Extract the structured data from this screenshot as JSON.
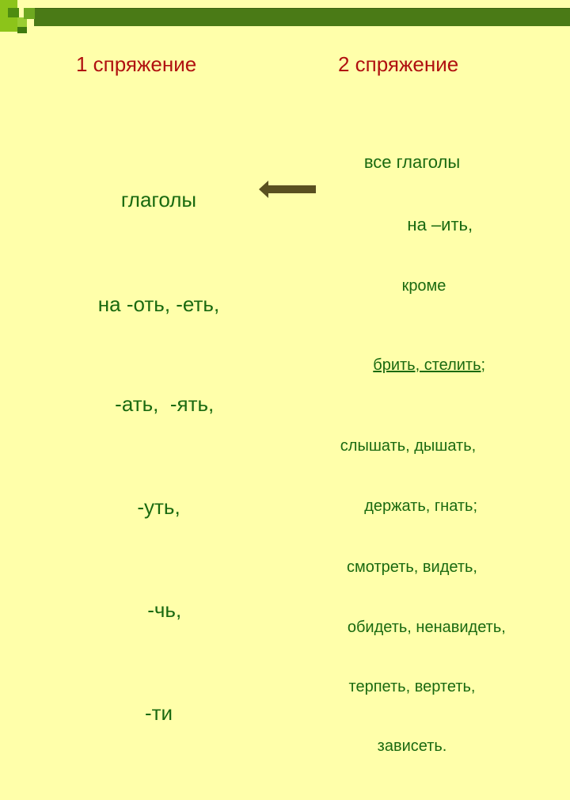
{
  "decoration": {
    "bar_color": "#4A7A16",
    "square_colors": [
      "#8CC41A",
      "#4E8C10",
      "#9ACD32",
      "#3F7A0E",
      "#B8E050"
    ]
  },
  "headers": {
    "first": "1 спряжение",
    "second": "2 спряжение",
    "color": "#B01010"
  },
  "first_conjugation": {
    "lines": [
      "глаголы",
      "на -оть, -еть,",
      "  -ать,  -ять,",
      "-уть,",
      "  -чь,",
      "-ти"
    ]
  },
  "second_conjugation": {
    "lines": {
      "l0": "все глаголы",
      "l1": "     на –ить,",
      "l2": "кроме",
      "l3_underlined": "брить, стелить",
      "l3_tail": ";",
      "l4": "слышать, дышать,",
      "l5": "    держать, гнать;",
      "l6": "смотреть, видеть,",
      "l7": "   обидеть, ненавидеть,",
      "l8": "терпеть, вертеть,",
      "l9": "зависеть."
    }
  },
  "arrow": {
    "direction": "left",
    "color": "#5A5020"
  }
}
